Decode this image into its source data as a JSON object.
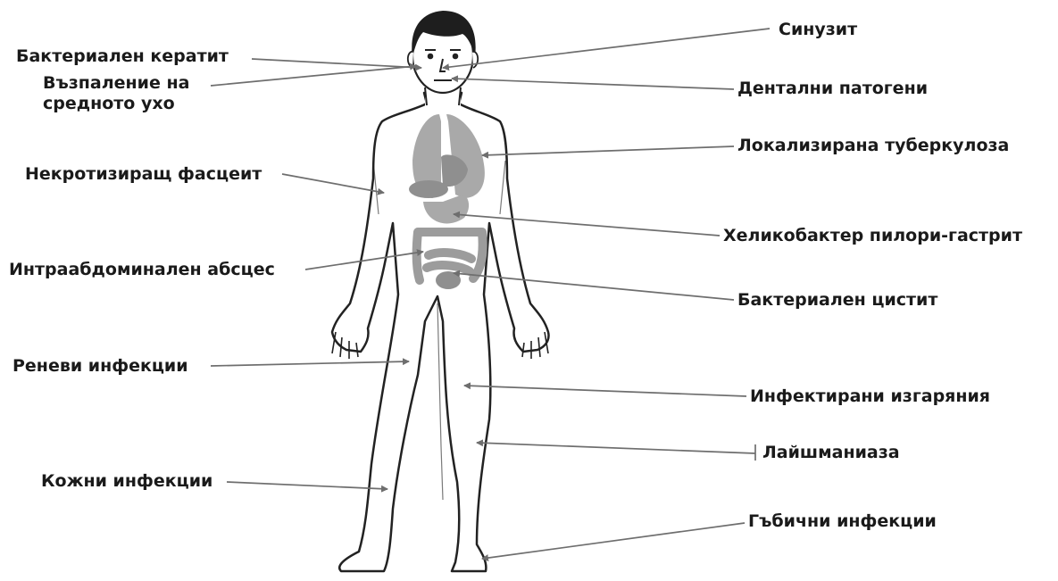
{
  "labels": {
    "bacterial_keratitis": "Бактериален кератит",
    "otitis_media": "Възпаление на средното ухо",
    "necrotizing_fasciitis": "Некротизиращ фасцеит",
    "intraabdominal_abscess": "Интраабдоминален абсцес",
    "wound_infections": "Реневи инфекции",
    "skin_infections": "Кожни инфекции",
    "sinusitis": "Синузит",
    "dental_pathogens": "Дентални патогени",
    "localized_tuberculosis": "Локализирана туберкулоза",
    "h_pylori_gastritis": "Хеликобактер пилори-гастрит",
    "bacterial_cystitis": "Бактериален цистит",
    "infected_burns": "Инфектирани изгаряния",
    "leishmaniasis": "Лайшманиаза",
    "fungal_infections": "Гъбични инфекции"
  },
  "colors": {
    "text": "#1a1a1a",
    "arrow": "#6e6e6e",
    "body_outline": "#222222",
    "hair": "#1e1e1e",
    "organs": "#a9a9a9"
  }
}
